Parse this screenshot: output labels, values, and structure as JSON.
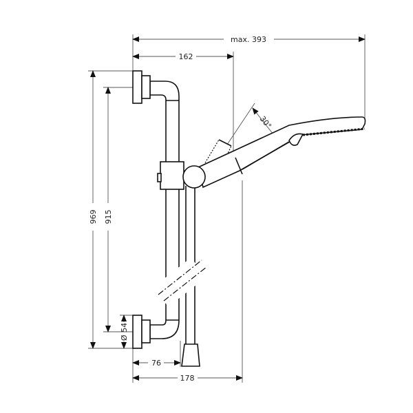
{
  "dimensions": {
    "max_width": "max. 393",
    "top_offset": "162",
    "total_height": "969",
    "bracket_spacing": "915",
    "flange_diameter": "Ø 54",
    "bottom_offset": "76",
    "bottom_depth": "178",
    "tilt_angle": "30°"
  }
}
